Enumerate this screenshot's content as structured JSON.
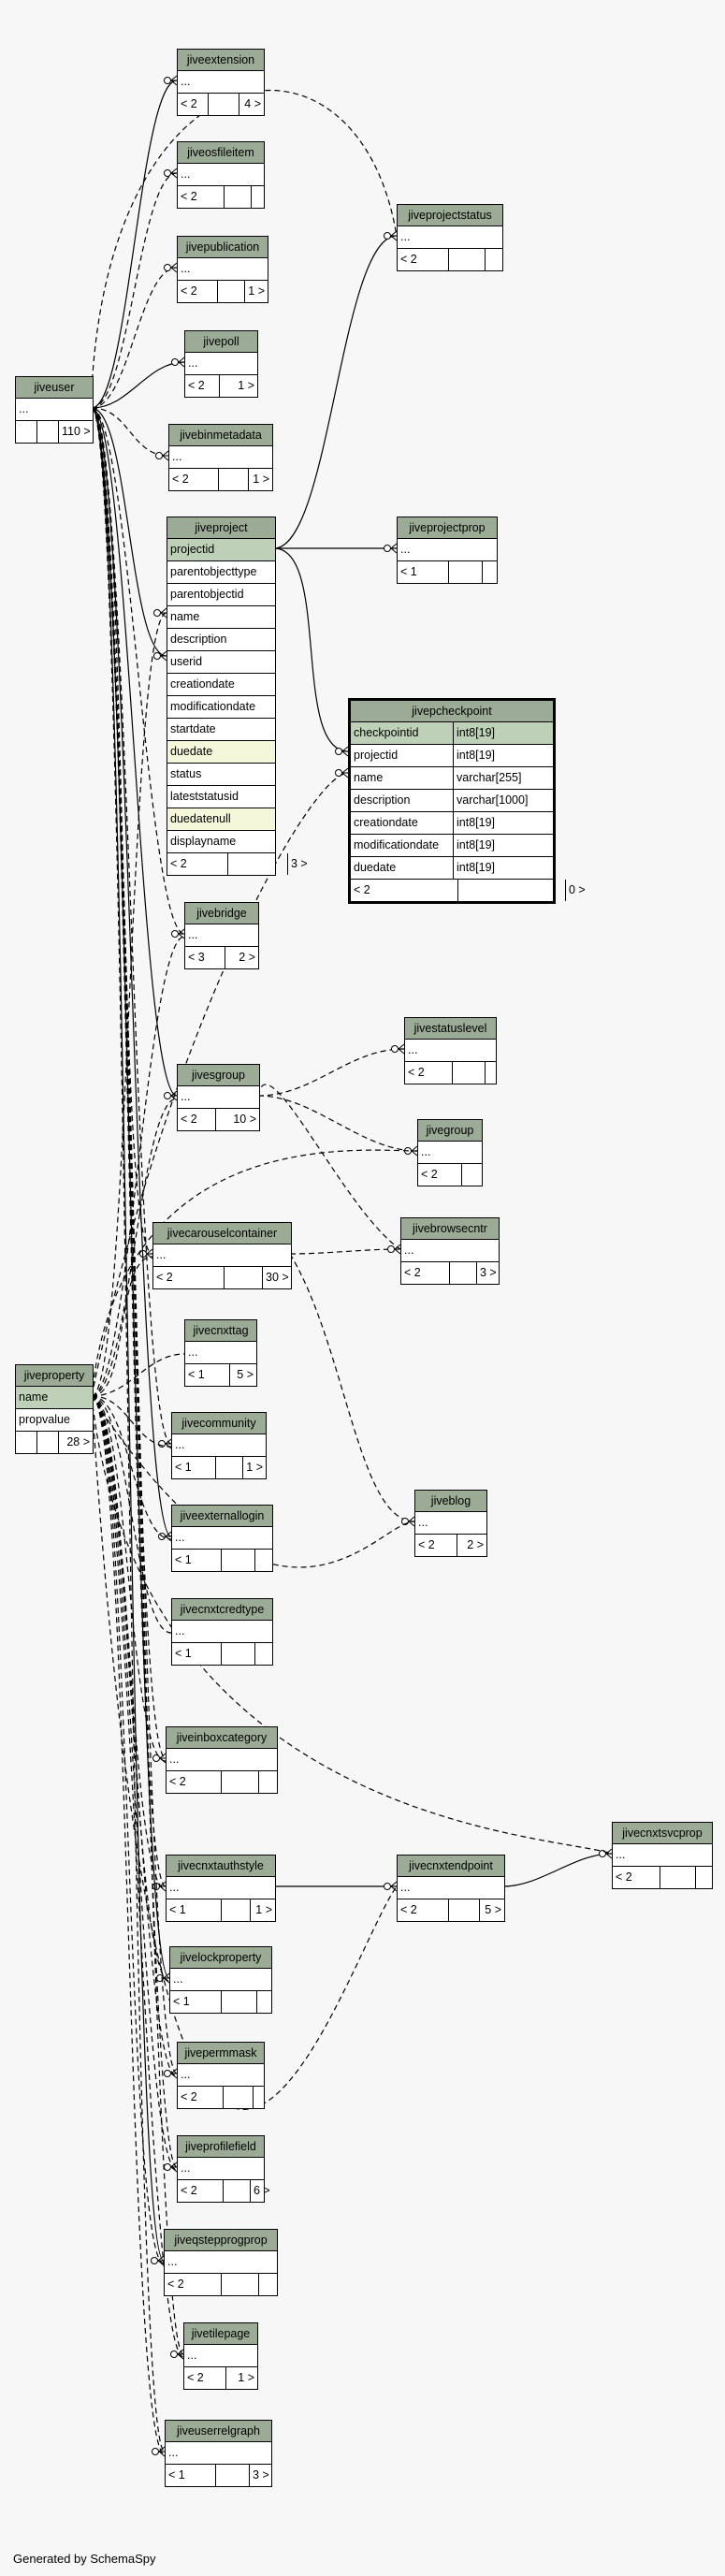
{
  "footer": "Generated by SchemaSpy",
  "tables": [
    {
      "id": "jiveextension",
      "title": "jiveextension",
      "rows": [
        "..."
      ],
      "foot": [
        "< 2",
        "",
        "4 >"
      ]
    },
    {
      "id": "jiveosfileitem",
      "title": "jiveosfileitem",
      "rows": [
        "..."
      ],
      "foot": [
        "< 2",
        "",
        ""
      ]
    },
    {
      "id": "jivepublication",
      "title": "jivepublication",
      "rows": [
        "..."
      ],
      "foot": [
        "< 2",
        "",
        "1 >"
      ]
    },
    {
      "id": "jivepoll",
      "title": "jivepoll",
      "rows": [
        "..."
      ],
      "foot": [
        "< 2",
        "1 >"
      ]
    },
    {
      "id": "jivebinmetadata",
      "title": "jivebinmetadata",
      "rows": [
        "..."
      ],
      "foot": [
        "< 2",
        "",
        "1 >"
      ]
    },
    {
      "id": "jiveproject",
      "title": "jiveproject",
      "rows": [
        "projectid",
        "parentobjecttype",
        "parentobjectid",
        "name",
        "description",
        "userid",
        "creationdate",
        "modificationdate",
        "startdate",
        "duedate",
        "status",
        "lateststatusid",
        "duedatenull",
        "displayname"
      ],
      "foot": [
        "< 2",
        "",
        "3 >"
      ]
    },
    {
      "id": "jivebridge",
      "title": "jivebridge",
      "rows": [
        "..."
      ],
      "foot": [
        "< 3",
        "2 >"
      ]
    },
    {
      "id": "jivesgroup",
      "title": "jivesgroup",
      "rows": [
        "..."
      ],
      "foot": [
        "< 2",
        "10 >"
      ]
    },
    {
      "id": "jivecarouselcontainer",
      "title": "jivecarouselcontainer",
      "rows": [
        "..."
      ],
      "foot": [
        "< 2",
        "",
        "30 >"
      ]
    },
    {
      "id": "jivecnxttag",
      "title": "jivecnxttag",
      "rows": [
        "..."
      ],
      "foot": [
        "< 1",
        "5 >"
      ]
    },
    {
      "id": "jivecommunity",
      "title": "jivecommunity",
      "rows": [
        "..."
      ],
      "foot": [
        "< 1",
        "",
        "1 >"
      ]
    },
    {
      "id": "jiveexternallogin",
      "title": "jiveexternallogin",
      "rows": [
        "..."
      ],
      "foot": [
        "< 1",
        "",
        ""
      ]
    },
    {
      "id": "jivecnxtcredtype",
      "title": "jivecnxtcredtype",
      "rows": [
        "..."
      ],
      "foot": [
        "< 1",
        "",
        ""
      ]
    },
    {
      "id": "jiveinboxcategory",
      "title": "jiveinboxcategory",
      "rows": [
        "..."
      ],
      "foot": [
        "< 2",
        "",
        ""
      ]
    },
    {
      "id": "jivecnxtauthstyle",
      "title": "jivecnxtauthstyle",
      "rows": [
        "..."
      ],
      "foot": [
        "< 1",
        "",
        "1 >"
      ]
    },
    {
      "id": "jivelockproperty",
      "title": "jivelockproperty",
      "rows": [
        "..."
      ],
      "foot": [
        "< 1",
        "",
        ""
      ]
    },
    {
      "id": "jivepermmask",
      "title": "jivepermmask",
      "rows": [
        "..."
      ],
      "foot": [
        "< 2",
        "",
        ""
      ]
    },
    {
      "id": "jiveprofilefield",
      "title": "jiveprofilefield",
      "rows": [
        "..."
      ],
      "foot": [
        "< 2",
        "",
        "6 >"
      ]
    },
    {
      "id": "jiveqstepprogprop",
      "title": "jiveqstepprogprop",
      "rows": [
        "..."
      ],
      "foot": [
        "< 2",
        "",
        ""
      ]
    },
    {
      "id": "jivetilepage",
      "title": "jivetilepage",
      "rows": [
        "..."
      ],
      "foot": [
        "< 2",
        "1 >"
      ]
    },
    {
      "id": "jiveuserrelgraph",
      "title": "jiveuserrelgraph",
      "rows": [
        "..."
      ],
      "foot": [
        "< 1",
        "",
        "3 >"
      ]
    },
    {
      "id": "jiveuser",
      "title": "jiveuser",
      "rows": [
        "..."
      ],
      "foot": [
        "",
        "",
        "110 >"
      ]
    },
    {
      "id": "jiveproperty",
      "title": "jiveproperty",
      "rows": [
        "name",
        "propvalue"
      ],
      "foot": [
        "",
        "",
        "28 >"
      ]
    },
    {
      "id": "jiveprojectstatus",
      "title": "jiveprojectstatus",
      "rows": [
        "..."
      ],
      "foot": [
        "< 2",
        "",
        ""
      ]
    },
    {
      "id": "jiveprojectprop",
      "title": "jiveprojectprop",
      "rows": [
        "..."
      ],
      "foot": [
        "< 1",
        "",
        ""
      ]
    },
    {
      "id": "jivepcheckpoint",
      "title": "jivepcheckpoint",
      "rows": [
        "checkpointid",
        "projectid",
        "name",
        "description",
        "creationdate",
        "modificationdate",
        "duedate"
      ],
      "types": [
        "int8[19]",
        "int8[19]",
        "varchar[255]",
        "varchar[1000]",
        "int8[19]",
        "int8[19]",
        "int8[19]"
      ],
      "foot": [
        "< 2",
        "",
        "0 >"
      ]
    },
    {
      "id": "jivestatuslevel",
      "title": "jivestatuslevel",
      "rows": [
        "..."
      ],
      "foot": [
        "< 2",
        "",
        ""
      ]
    },
    {
      "id": "jivegroup",
      "title": "jivegroup",
      "rows": [
        "..."
      ],
      "foot": [
        "< 2",
        ""
      ]
    },
    {
      "id": "jivebrowsecntr",
      "title": "jivebrowsecntr",
      "rows": [
        "..."
      ],
      "foot": [
        "< 2",
        "",
        "3 >"
      ]
    },
    {
      "id": "jiveblog",
      "title": "jiveblog",
      "rows": [
        "..."
      ],
      "foot": [
        "< 2",
        "2 >"
      ]
    },
    {
      "id": "jivecnxtendpoint",
      "title": "jivecnxtendpoint",
      "rows": [
        "..."
      ],
      "foot": [
        "< 2",
        "",
        "5 >"
      ]
    },
    {
      "id": "jivecnxtsvcprop",
      "title": "jivecnxtsvcprop",
      "rows": [
        "..."
      ],
      "foot": [
        "< 2",
        "",
        ""
      ]
    }
  ]
}
